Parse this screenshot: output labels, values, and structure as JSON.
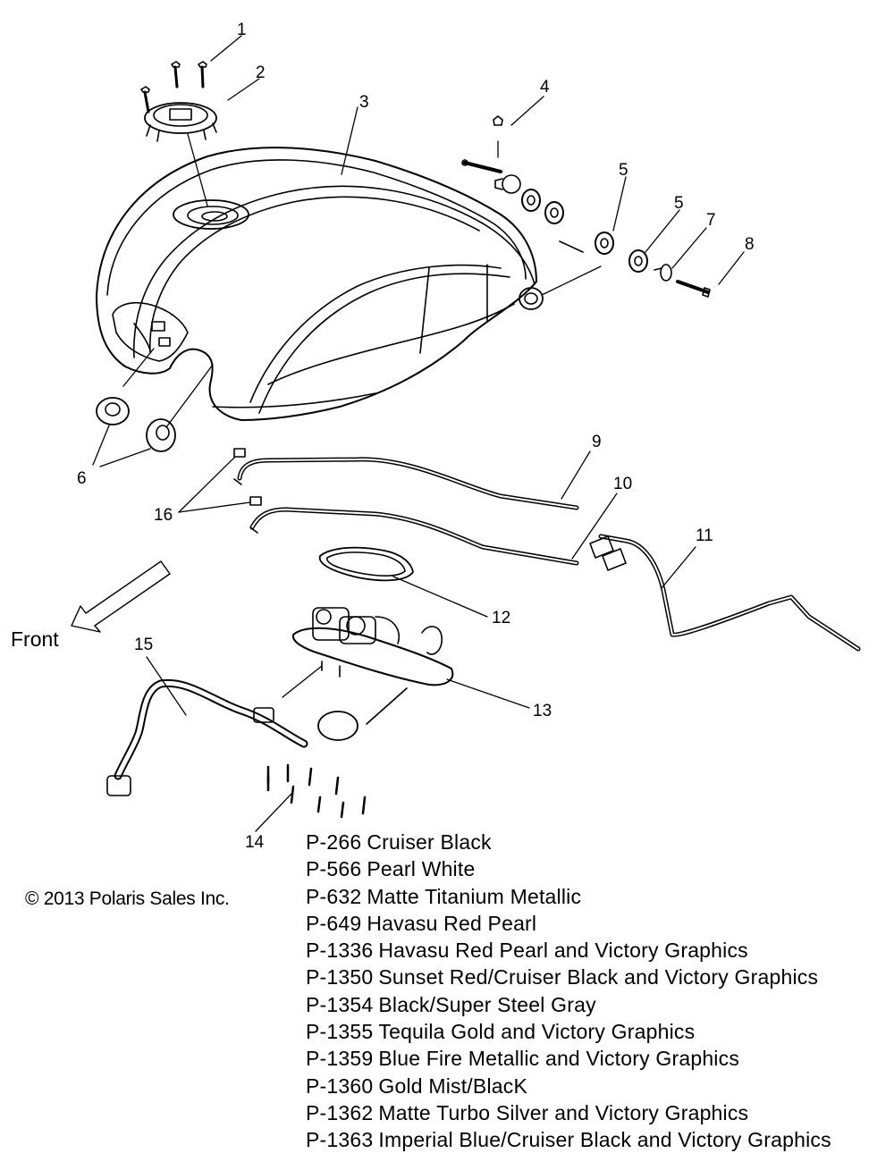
{
  "diagram": {
    "callouts": [
      "1",
      "2",
      "3",
      "4",
      "5",
      "5",
      "7",
      "8",
      "6",
      "9",
      "10",
      "11",
      "12",
      "13",
      "15",
      "16",
      "14"
    ],
    "front_label": "Front",
    "copyright": "© 2013 Polaris Sales Inc."
  },
  "color_options": [
    {
      "code": "P-266",
      "description": "Cruiser Black"
    },
    {
      "code": "P-566",
      "description": "Pearl White"
    },
    {
      "code": "P-632",
      "description": "Matte Titanium Metallic"
    },
    {
      "code": "P-649",
      "description": "Havasu Red Pearl"
    },
    {
      "code": "P-1336",
      "description": "Havasu Red Pearl and Victory Graphics"
    },
    {
      "code": "P-1350",
      "description": "Sunset Red/Cruiser Black and Victory Graphics"
    },
    {
      "code": "P-1354",
      "description": "Black/Super Steel Gray"
    },
    {
      "code": "P-1355",
      "description": "Tequila Gold and Victory Graphics"
    },
    {
      "code": "P-1359",
      "description": "Blue Fire Metallic and Victory Graphics"
    },
    {
      "code": "P-1360",
      "description": "Gold Mist/BlacK"
    },
    {
      "code": "P-1362",
      "description": "Matte Turbo Silver and Victory Graphics"
    },
    {
      "code": "P-1363",
      "description": "Imperial Blue/Cruiser Black and Victory Graphics"
    }
  ]
}
